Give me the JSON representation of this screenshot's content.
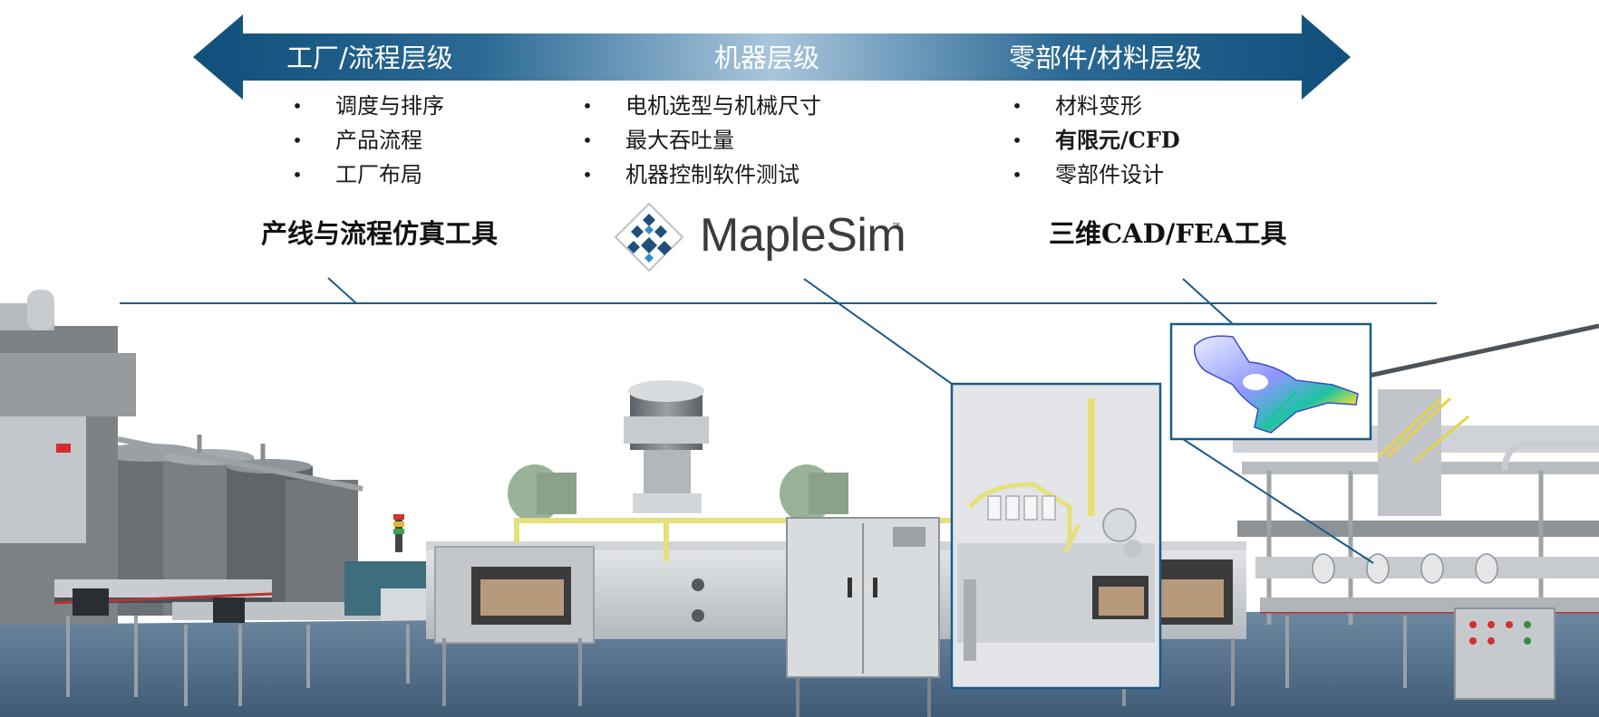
{
  "banner": {
    "levels": [
      "工厂/流程层级",
      "机器层级",
      "零部件/材料层级"
    ],
    "colors": {
      "arrow_dark": "#0f4f7a",
      "arrow_light": "#cde0ee",
      "connector": "#1c5a86"
    }
  },
  "columns": [
    {
      "bullets": [
        "调度与排序",
        "产品流程",
        "工厂布局"
      ],
      "tool": "产线与流程仿真工具"
    },
    {
      "bullets": [
        "电机选型与机械尺寸",
        "最大吞吐量",
        "机器控制软件测试"
      ],
      "tool_logo": {
        "name": "MapleSim",
        "trademark": "™",
        "icon": "maplesim-diamond-icon"
      }
    },
    {
      "bullets": [
        "材料变形",
        "有限元/CFD",
        "零部件设计"
      ],
      "tool": "三维CAD/FEA工具"
    }
  ],
  "scene": {
    "description_icon": "factory-production-line-render"
  }
}
